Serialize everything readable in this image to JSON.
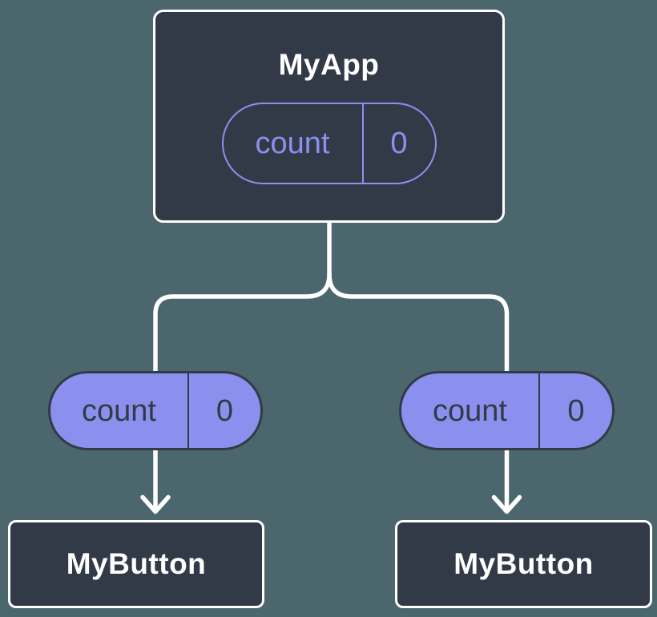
{
  "background_color": "#4c666e",
  "colors": {
    "node_fill": "#333a47",
    "node_border": "#ffffff",
    "prop_purple": "#8b90ee",
    "dark_text": "#333a47",
    "light_text": "#ffffff",
    "connector": "#ffffff"
  },
  "root": {
    "title": "MyApp",
    "prop": {
      "name": "count",
      "value": "0"
    }
  },
  "children": [
    {
      "title": "MyButton",
      "prop": {
        "name": "count",
        "value": "0"
      }
    },
    {
      "title": "MyButton",
      "prop": {
        "name": "count",
        "value": "0"
      }
    }
  ]
}
